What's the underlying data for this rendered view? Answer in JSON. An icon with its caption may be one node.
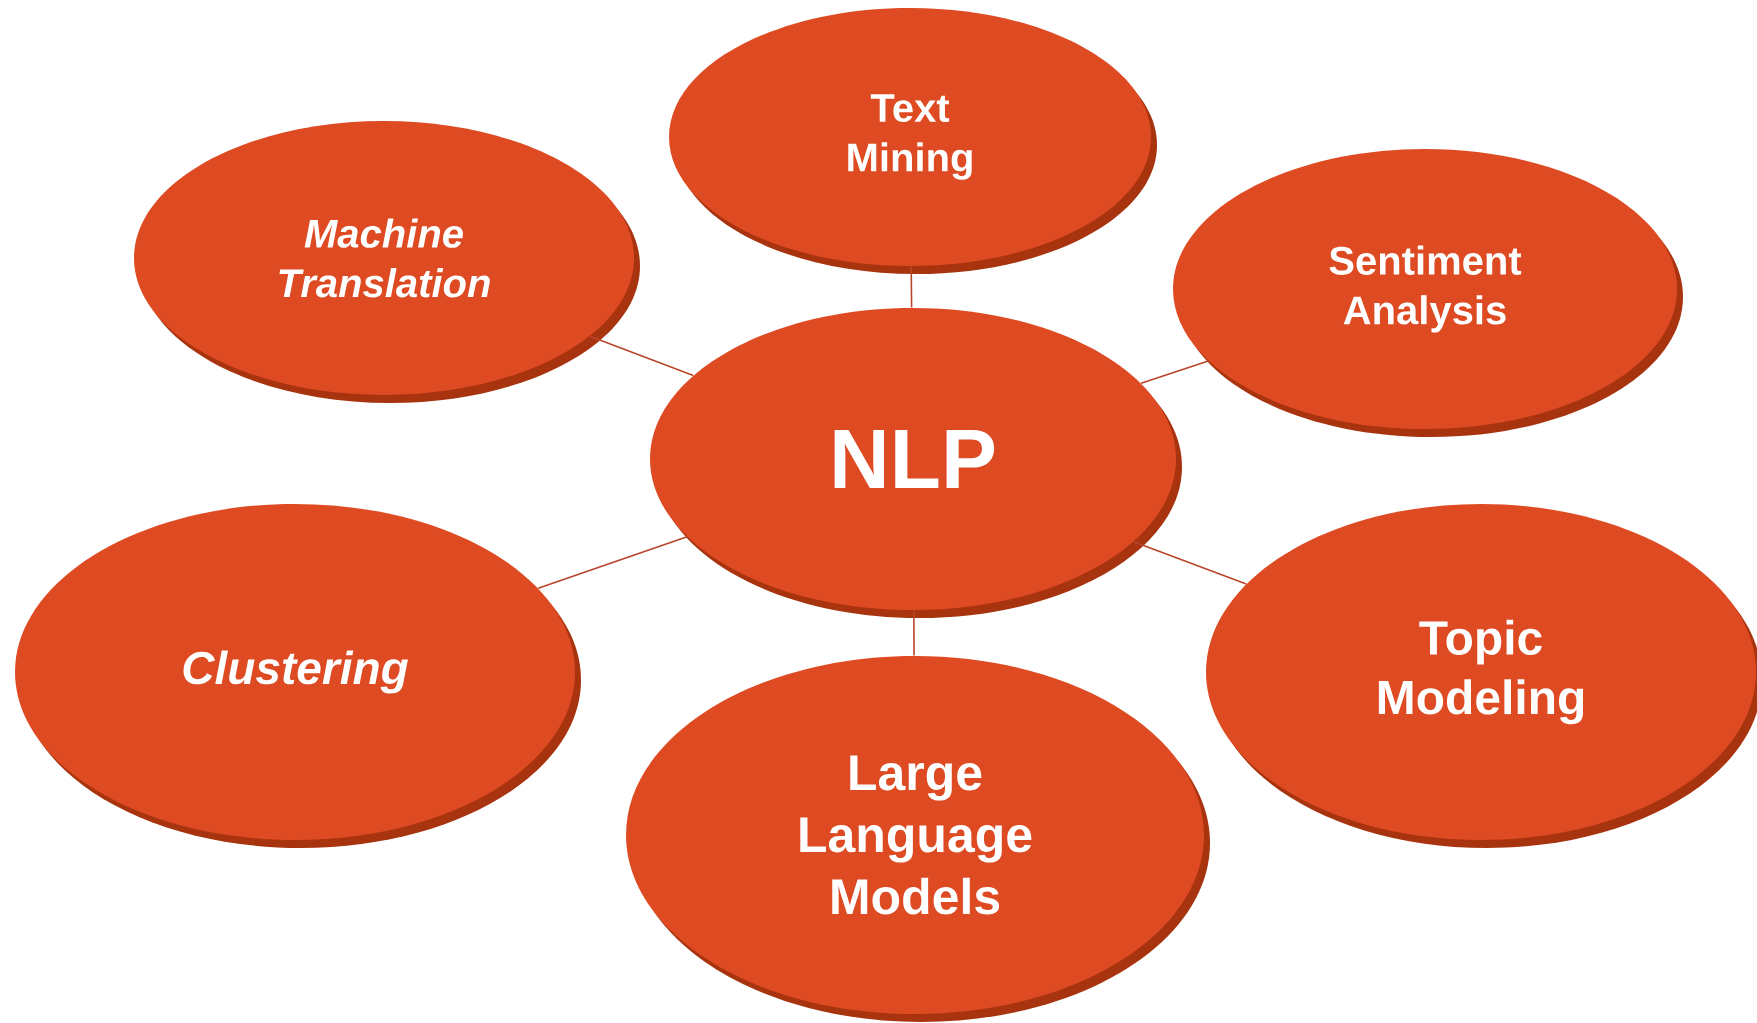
{
  "diagram": {
    "nodes": [
      {
        "text": [
          "Text Mining"
        ]
      },
      {
        "text": [
          "Machine Translation"
        ]
      },
      {
        "text": [
          "Sentiment Analysis"
        ]
      },
      {
        "text": [
          "NLP"
        ]
      },
      {
        "text": [
          "Clustering"
        ]
      },
      {
        "text": [
          "Topic Modeling"
        ]
      },
      {
        "text": [
          "Large Language Models"
        ]
      }
    ],
    "edges": [
      {
        "from": 3,
        "to": 0,
        "arrow": "none"
      },
      {
        "from": 3,
        "to": 1,
        "arrow": "none"
      },
      {
        "from": 3,
        "to": 2,
        "arrow": "none"
      },
      {
        "from": 3,
        "to": 4,
        "arrow": "none"
      },
      {
        "from": 3,
        "to": 5,
        "arrow": "none"
      },
      {
        "from": 3,
        "to": 6,
        "arrow": "none"
      }
    ]
  }
}
